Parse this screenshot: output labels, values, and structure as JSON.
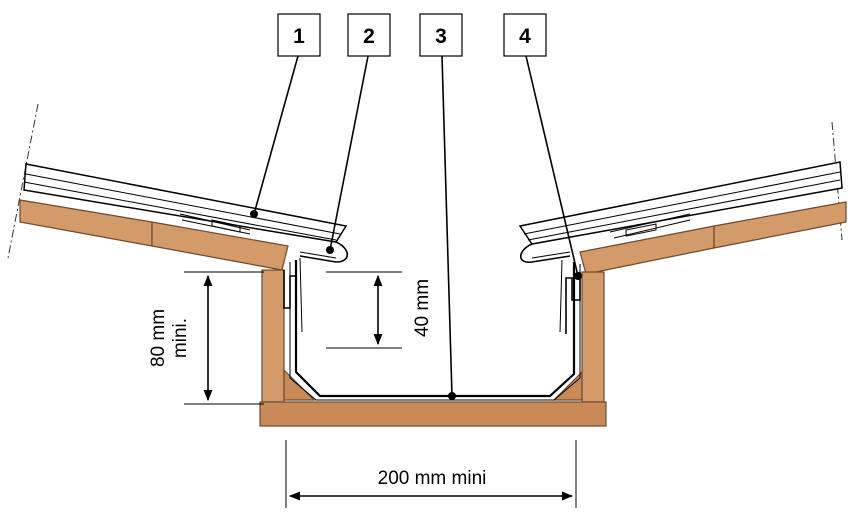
{
  "callouts": [
    {
      "label": "1"
    },
    {
      "label": "2"
    },
    {
      "label": "3"
    },
    {
      "label": "4"
    }
  ],
  "dimensions": {
    "width": "200 mm mini",
    "depth_line1": "80 mm",
    "depth_line2": "mini.",
    "overlap": "40 mm"
  }
}
